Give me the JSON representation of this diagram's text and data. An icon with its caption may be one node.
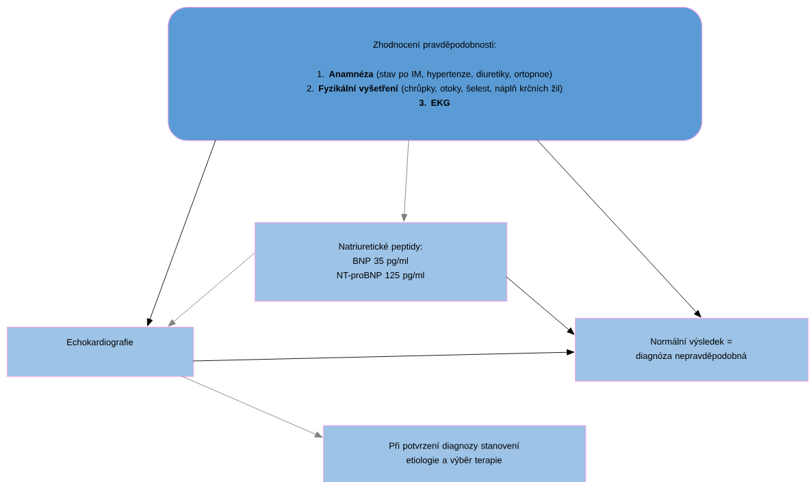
{
  "diagram": {
    "nodes": [
      {
        "text": [
          "Zhodnocení pravděpodobnosti:",
          "1. **Anamnéza** (stav po IM, hypertenze, diuretiky, ortopnoe)",
          "2. **Fyzikální vyšetření** (chrůpky, otoky, šelest, náplň krčních žil)",
          "3. EKG"
        ]
      },
      {
        "text": [
          "Natriuretické peptidy:",
          "BNP 35 pg/ml",
          "NT-proBNP 125 pg/ml"
        ]
      },
      {
        "text": [
          "Echokardiografie"
        ]
      },
      {
        "text": [
          "Normální výsledek = diagnóza nepravděpodobná"
        ]
      },
      {
        "text": [
          "Při potvrzení diagnozy stanovení etiologie a výběr terapie"
        ]
      }
    ],
    "edges": [
      {
        "from": 0,
        "to": 2,
        "arrow": "to"
      },
      {
        "from": 0,
        "to": 1,
        "arrow": "to",
        "color": "#808080"
      },
      {
        "from": 0,
        "to": 3,
        "arrow": "to"
      },
      {
        "from": 1,
        "to": 2,
        "arrow": "to",
        "color": "#808080"
      },
      {
        "from": 1,
        "to": 3,
        "arrow": "to"
      },
      {
        "from": 2,
        "to": 3,
        "arrow": "to"
      },
      {
        "from": 2,
        "to": 4,
        "arrow": "to",
        "color": "#808080"
      }
    ]
  }
}
